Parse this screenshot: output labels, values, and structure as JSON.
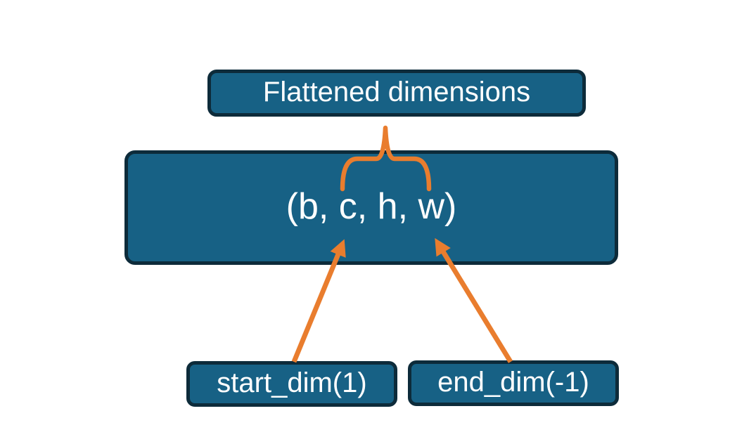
{
  "colors": {
    "background": "#ffffff",
    "box_fill": "#176185",
    "box_border": "#0d2b3a",
    "accent_orange": "#e97d2e",
    "text_color": "#ffffff"
  },
  "nodes": {
    "flattened": {
      "label": "Flattened dimensions"
    },
    "tensor": {
      "label": "(b, c, h, w)"
    },
    "start_dim": {
      "label": "start_dim(1)"
    },
    "end_dim": {
      "label": "end_dim(-1)"
    }
  }
}
